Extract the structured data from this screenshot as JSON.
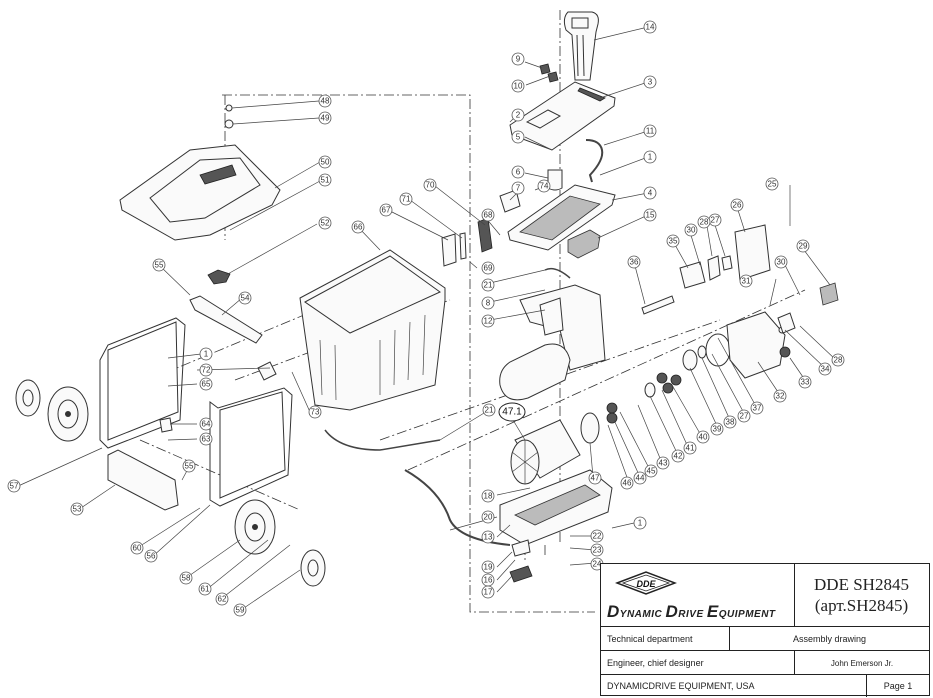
{
  "document": {
    "type": "Exploded assembly drawing",
    "subject": "Garden shredder DDE SH2845"
  },
  "title_block": {
    "logo_text": "DDE",
    "company_words": [
      {
        "cap": "D",
        "rest": "YNAMIC"
      },
      {
        "cap": "D",
        "rest": "RIVE"
      },
      {
        "cap": "E",
        "rest": "QUIPMENT"
      }
    ],
    "company_w0_cap": "D",
    "company_w0_rest": "YNAMIC",
    "company_w1_cap": "D",
    "company_w1_rest": "RIVE",
    "company_w2_cap": "E",
    "company_w2_rest": "QUIPMENT",
    "model_line1": "DDE SH2845",
    "model_line2": "(арт.SH2845)",
    "department": "Technical department",
    "drawing_type": "Assembly drawing",
    "role": "Engineer, chief designer",
    "engineer_name": "John Emerson Jr.",
    "company_footer": "DYNAMICDRIVE EQUIPMENT, USA",
    "page": "Page 1"
  },
  "callouts": [
    {
      "id": "c14",
      "label": "14"
    },
    {
      "id": "c3",
      "label": "3"
    },
    {
      "id": "c9",
      "label": "9"
    },
    {
      "id": "c10",
      "label": "10"
    },
    {
      "id": "c2",
      "label": "2"
    },
    {
      "id": "c5",
      "label": "5"
    },
    {
      "id": "c11",
      "label": "11"
    },
    {
      "id": "c1a",
      "label": "1"
    },
    {
      "id": "c6",
      "label": "6"
    },
    {
      "id": "c74",
      "label": "74"
    },
    {
      "id": "c7",
      "label": "7"
    },
    {
      "id": "c4",
      "label": "4"
    },
    {
      "id": "c68a",
      "label": "68"
    },
    {
      "id": "c15",
      "label": "15"
    },
    {
      "id": "c70",
      "label": "70"
    },
    {
      "id": "c71",
      "label": "71"
    },
    {
      "id": "c67",
      "label": "67"
    },
    {
      "id": "c69",
      "label": "69"
    },
    {
      "id": "c21a",
      "label": "21"
    },
    {
      "id": "c8",
      "label": "8"
    },
    {
      "id": "c12",
      "label": "12"
    },
    {
      "id": "c48",
      "label": "48"
    },
    {
      "id": "c49",
      "label": "49"
    },
    {
      "id": "c50",
      "label": "50"
    },
    {
      "id": "c51",
      "label": "51"
    },
    {
      "id": "c52",
      "label": "52"
    },
    {
      "id": "c66",
      "label": "66"
    },
    {
      "id": "c55a",
      "label": "55"
    },
    {
      "id": "c54",
      "label": "54"
    },
    {
      "id": "c1b",
      "label": "1"
    },
    {
      "id": "c72",
      "label": "72"
    },
    {
      "id": "c65",
      "label": "65"
    },
    {
      "id": "c64",
      "label": "64"
    },
    {
      "id": "c63",
      "label": "63"
    },
    {
      "id": "c73",
      "label": "73"
    },
    {
      "id": "c57",
      "label": "57"
    },
    {
      "id": "c53",
      "label": "53"
    },
    {
      "id": "c55b",
      "label": "55"
    },
    {
      "id": "c60",
      "label": "60"
    },
    {
      "id": "c56",
      "label": "56"
    },
    {
      "id": "c58",
      "label": "58"
    },
    {
      "id": "c61",
      "label": "61"
    },
    {
      "id": "c62",
      "label": "62"
    },
    {
      "id": "c59",
      "label": "59"
    },
    {
      "id": "c21b",
      "label": "21"
    },
    {
      "id": "c471",
      "label": "47.1"
    },
    {
      "id": "c47",
      "label": "47"
    },
    {
      "id": "c46",
      "label": "46"
    },
    {
      "id": "c44",
      "label": "44"
    },
    {
      "id": "c45",
      "label": "45"
    },
    {
      "id": "c43",
      "label": "43"
    },
    {
      "id": "c42",
      "label": "42"
    },
    {
      "id": "c41",
      "label": "41"
    },
    {
      "id": "c40",
      "label": "40"
    },
    {
      "id": "c39",
      "label": "39"
    },
    {
      "id": "c38",
      "label": "38"
    },
    {
      "id": "c27b",
      "label": "27"
    },
    {
      "id": "c37",
      "label": "37"
    },
    {
      "id": "c32",
      "label": "32"
    },
    {
      "id": "c33",
      "label": "33"
    },
    {
      "id": "c34",
      "label": "34"
    },
    {
      "id": "c28b",
      "label": "28"
    },
    {
      "id": "c25",
      "label": "25"
    },
    {
      "id": "c26",
      "label": "26"
    },
    {
      "id": "c27a",
      "label": "27"
    },
    {
      "id": "c28a",
      "label": "28"
    },
    {
      "id": "c30a",
      "label": "30"
    },
    {
      "id": "c35",
      "label": "35"
    },
    {
      "id": "c36",
      "label": "36"
    },
    {
      "id": "c29",
      "label": "29"
    },
    {
      "id": "c30b",
      "label": "30"
    },
    {
      "id": "c31",
      "label": "31"
    },
    {
      "id": "c18",
      "label": "18"
    },
    {
      "id": "c20",
      "label": "20"
    },
    {
      "id": "c13",
      "label": "13"
    },
    {
      "id": "c19",
      "label": "19"
    },
    {
      "id": "c16",
      "label": "16"
    },
    {
      "id": "c17",
      "label": "17"
    },
    {
      "id": "c1c",
      "label": "1"
    },
    {
      "id": "c22",
      "label": "22"
    },
    {
      "id": "c23",
      "label": "23"
    },
    {
      "id": "c24",
      "label": "24"
    }
  ]
}
